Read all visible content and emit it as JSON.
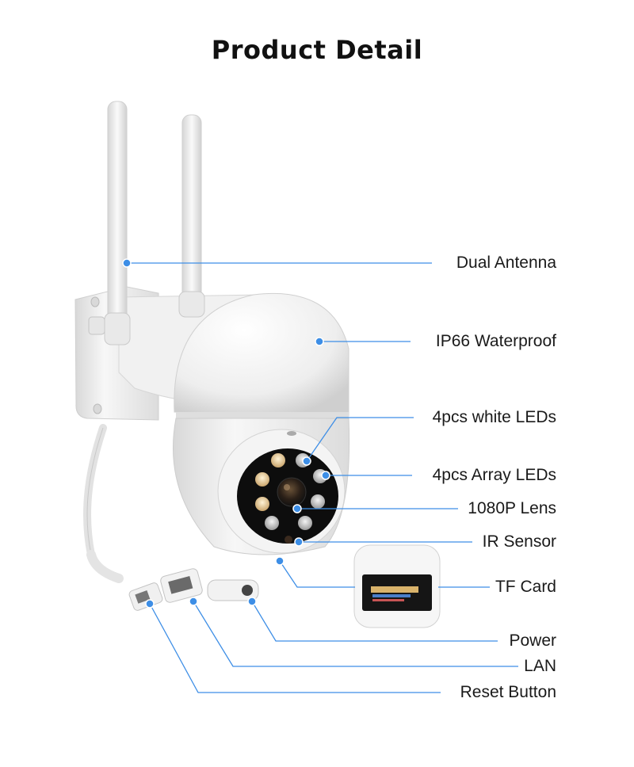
{
  "title": "Product Detail",
  "accent_color": "#3d8ee6",
  "callouts": [
    {
      "id": "antenna",
      "label": "Dual Antenna"
    },
    {
      "id": "waterproof",
      "label": "IP66 Waterproof"
    },
    {
      "id": "white-leds",
      "label": "4pcs white LEDs"
    },
    {
      "id": "array-leds",
      "label": "4pcs Array LEDs"
    },
    {
      "id": "lens",
      "label": "1080P Lens"
    },
    {
      "id": "ir-sensor",
      "label": "IR Sensor"
    },
    {
      "id": "tf-card",
      "label": "TF Card"
    },
    {
      "id": "power",
      "label": "Power"
    },
    {
      "id": "lan",
      "label": "LAN"
    },
    {
      "id": "reset",
      "label": "Reset Button"
    }
  ]
}
